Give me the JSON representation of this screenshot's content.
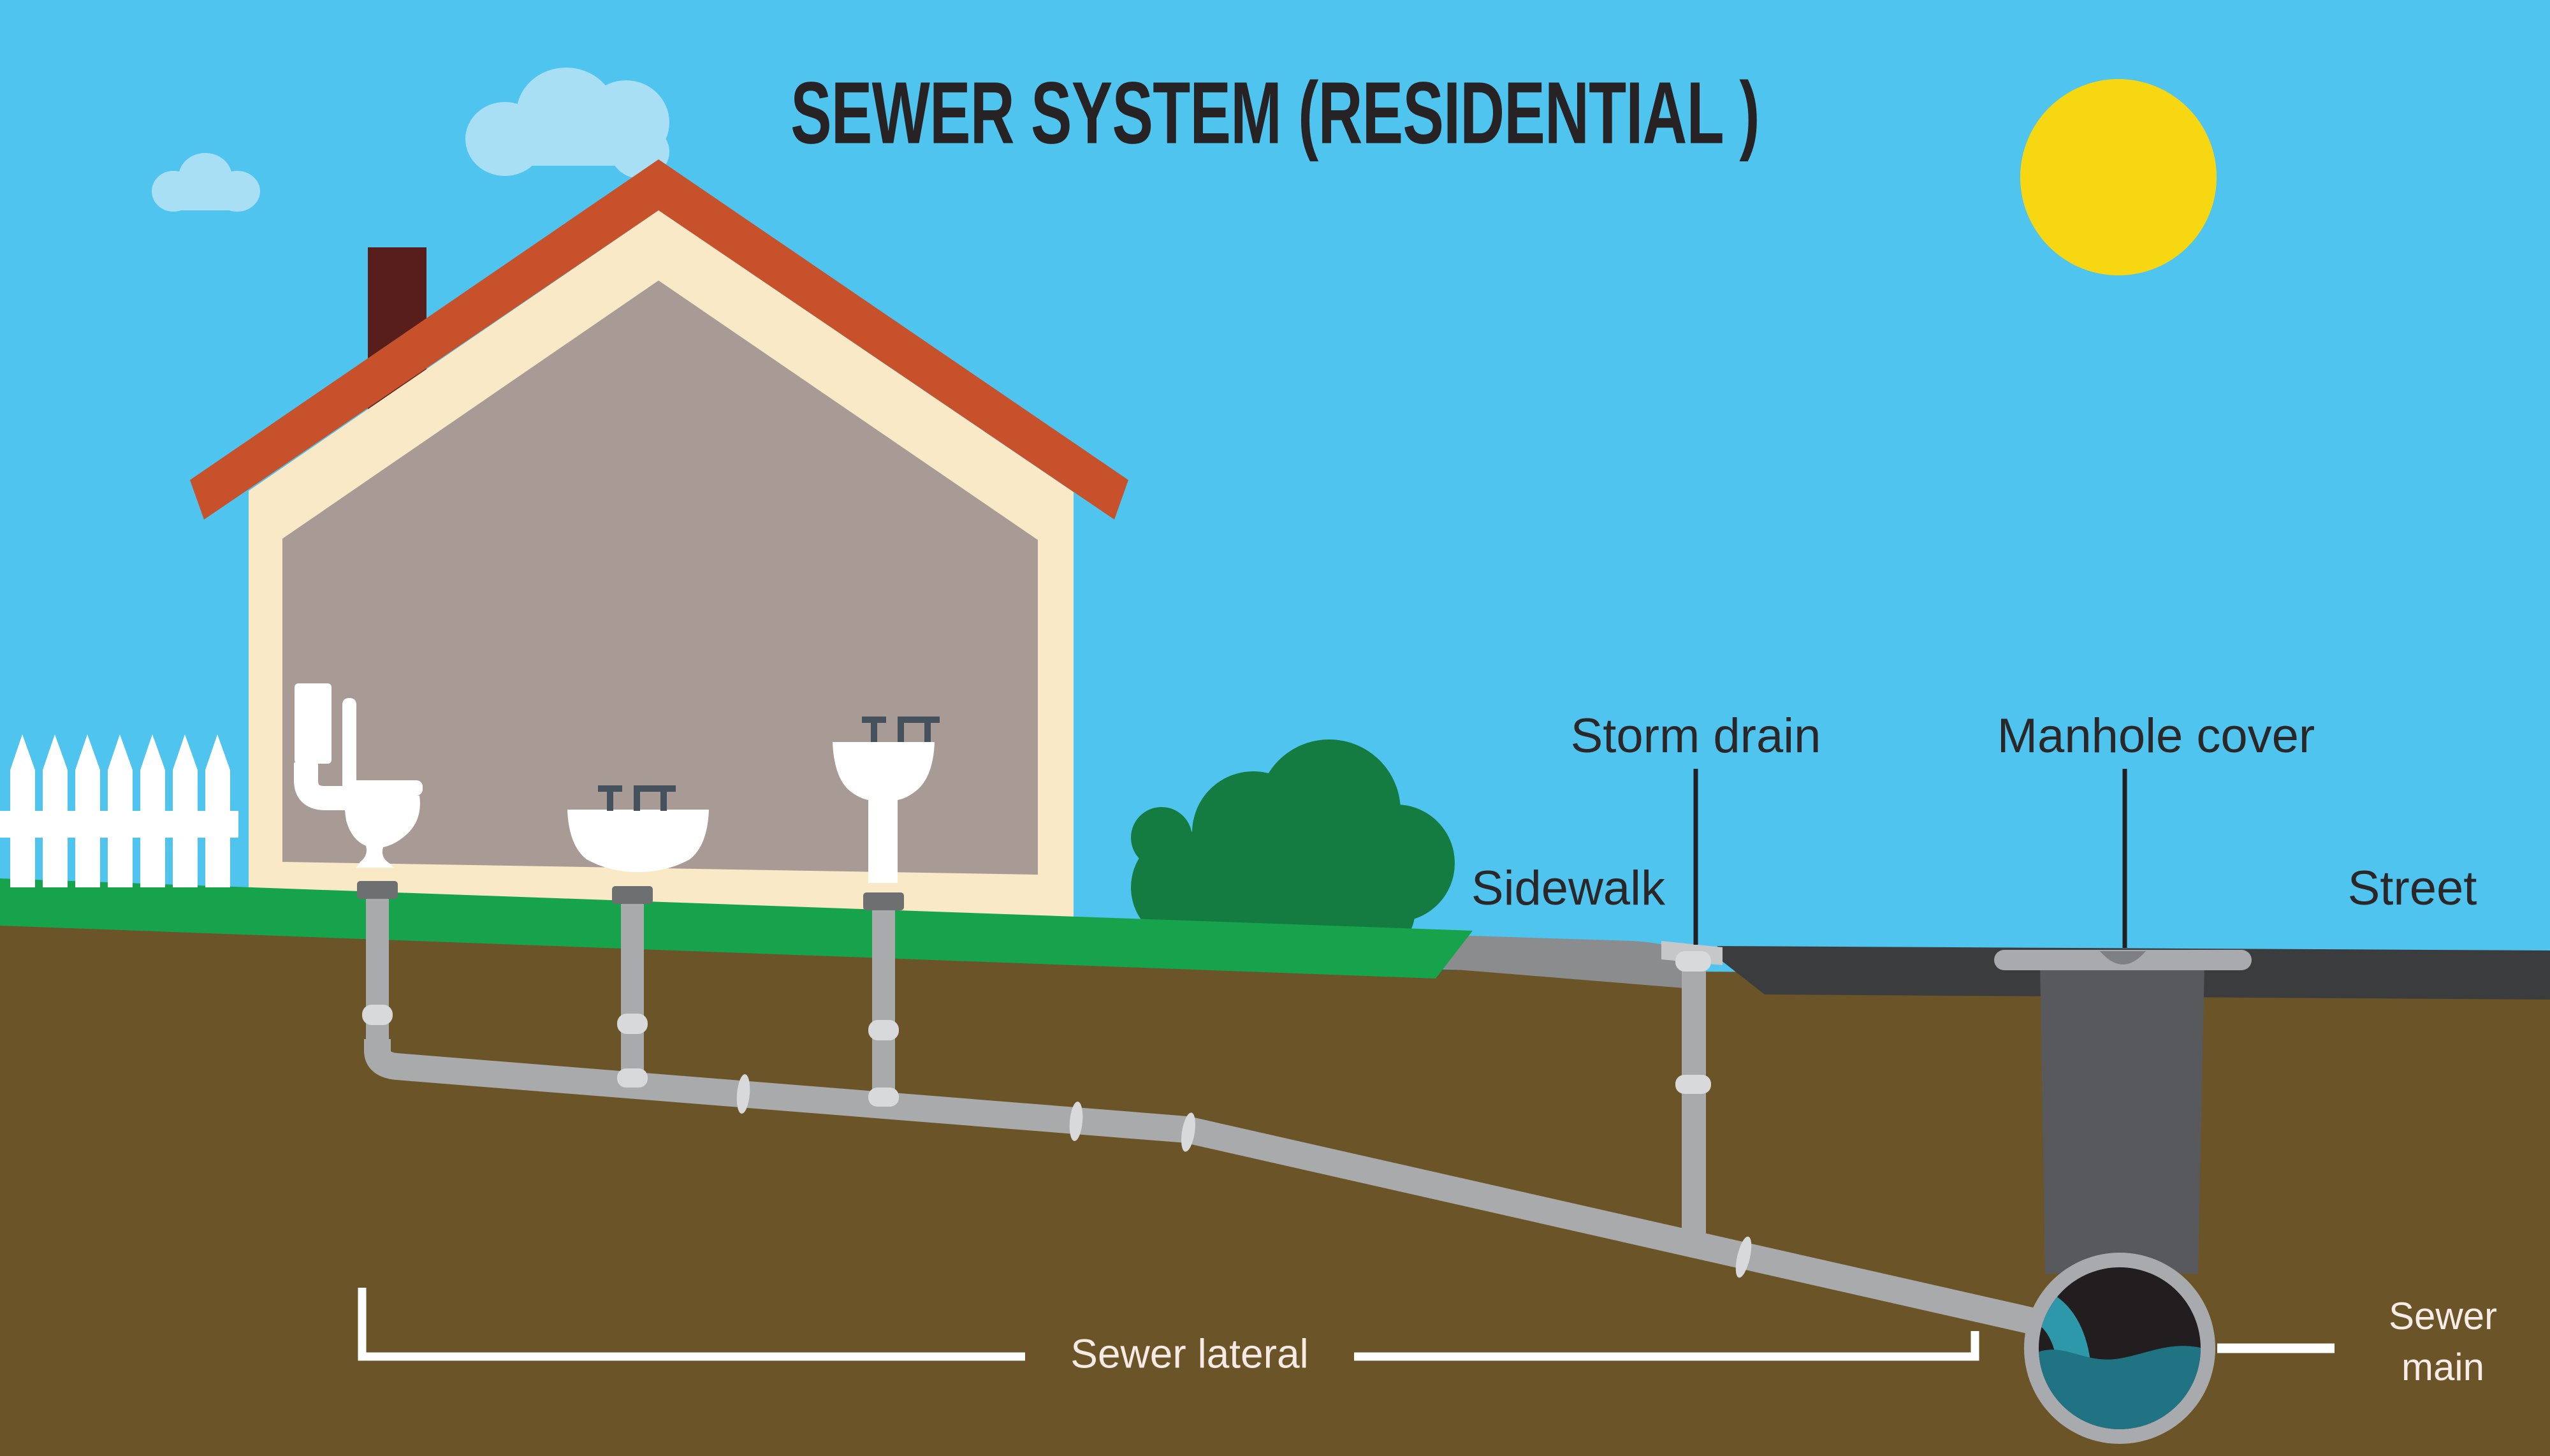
{
  "title": "SEWER SYSTEM (RESIDENTIAL )",
  "labels": {
    "storm_drain": "Storm drain",
    "manhole_cover": "Manhole cover",
    "sidewalk": "Sidewalk",
    "street": "Street",
    "sewer_lateral": "Sewer lateral",
    "sewer_main": [
      "Sewer",
      "main"
    ]
  },
  "scene": {
    "sky_objects": [
      "sun",
      "small cloud",
      "large cloud"
    ],
    "house": {
      "parts": [
        "chimney",
        "roof",
        "wall",
        "interior"
      ],
      "fixtures": [
        "toilet",
        "sink",
        "pedestal sink"
      ]
    },
    "yard": [
      "picket fence",
      "grass",
      "bush"
    ],
    "underground": [
      "toilet drain pipe",
      "sink drain pipe",
      "pedestal sink drain pipe",
      "sewer lateral pipe",
      "storm drain pipe",
      "manhole shaft",
      "sewer main pipe with wastewater"
    ]
  },
  "colors": {
    "sky": "#4FC4EF",
    "sun": "#F6D711",
    "cloud": "#A9DFF4",
    "roof": "#C7512A",
    "wall": "#FAE9C6",
    "interior": "#A89A95",
    "chimney": "#571E1C",
    "fixture_white": "#FFFFFF",
    "faucet": "#45525E",
    "grass": "#17A34B",
    "bush": "#147C41",
    "dirt": "#6B5428",
    "sidewalk": "#8A8C8E",
    "street": "#3B3C3E",
    "pipe": "#A8AAAC",
    "pipe_coupling": "#D8D9DA",
    "pipe_cap": "#6E6F71",
    "manhole_shaft": "#58595C",
    "manhole_cover": "#A8AAAD",
    "sewer_black": "#221E1F",
    "water": "#1F7383",
    "water_stream": "#2C98A9",
    "label_dark": "#2B2728",
    "label_light": "#F6EAE5",
    "leader_line": "#232021",
    "callout_white": "#FFFFFF"
  }
}
